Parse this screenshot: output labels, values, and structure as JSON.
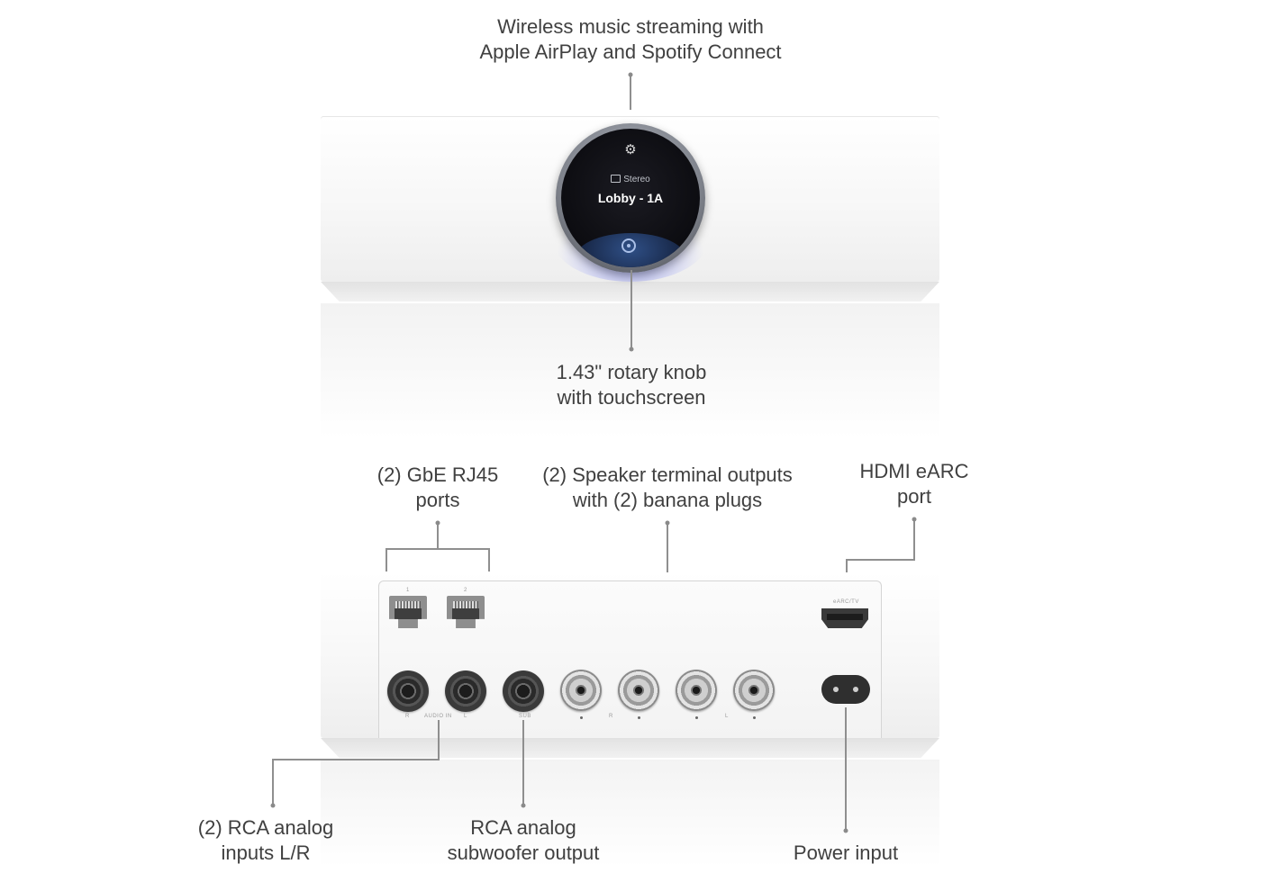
{
  "callouts": {
    "streaming": [
      "Wireless music streaming with",
      "Apple AirPlay and Spotify Connect"
    ],
    "knob": [
      "1.43\" rotary knob",
      "with touchscreen"
    ],
    "rj45": [
      "(2) GbE RJ45",
      "ports"
    ],
    "speaker": [
      "(2) Speaker terminal outputs",
      "with (2) banana plugs"
    ],
    "hdmi": [
      "HDMI eARC",
      "port"
    ],
    "rca_inputs": [
      "(2) RCA analog",
      "inputs L/R"
    ],
    "rca_sub": [
      "RCA analog",
      "subwoofer output"
    ],
    "power": [
      "Power input"
    ]
  },
  "knob_screen": {
    "mode_label": "Stereo",
    "room_label": "Lobby - 1A",
    "top_icon": "gear-icon",
    "bottom_icon": "target-icon"
  },
  "rear_labels": {
    "port1": "1",
    "port2": "2",
    "hdmi": "eARC/TV",
    "audio_in_r": "R",
    "audio_in": "AUDIO IN",
    "audio_in_l": "L",
    "sub": "SUB",
    "spk_r": "R",
    "spk_l": "L"
  },
  "colors": {
    "knob_glow": "#7882ff",
    "leader_line": "#8f8f8f"
  }
}
